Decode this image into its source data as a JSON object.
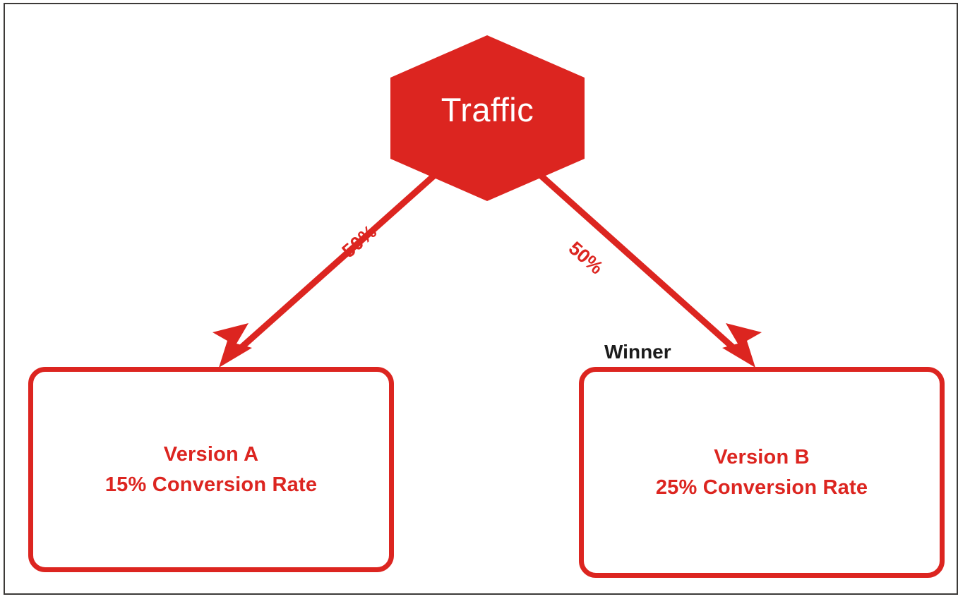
{
  "diagram": {
    "type": "ab-test-split-flow",
    "colors": {
      "accent_red": "#dc2520",
      "frame_border": "#3c3a38",
      "background": "#ffffff",
      "winner_text": "#1c1c1c",
      "hexagon_text": "#ffffff"
    },
    "root_node": {
      "id": "traffic",
      "shape": "hexagon",
      "label": "Traffic",
      "fill": "#dc2520",
      "text_color": "#ffffff"
    },
    "edges": [
      {
        "id": "edge-traffic-to-version-a",
        "from": "traffic",
        "to": "version-a",
        "label": "50%",
        "label_rotation_deg": -41,
        "color": "#dc2520",
        "arrowhead": "barbed"
      },
      {
        "id": "edge-traffic-to-version-b",
        "from": "traffic",
        "to": "version-b",
        "label": "50%",
        "label_rotation_deg": 41,
        "color": "#dc2520",
        "arrowhead": "barbed"
      }
    ],
    "leaf_nodes": [
      {
        "id": "version-a",
        "shape": "rounded-rectangle",
        "title": "Version A",
        "metric": "15% Conversion Rate",
        "text": "Version A\n15% Conversion Rate",
        "border_color": "#dc2520",
        "text_color": "#dc2520",
        "is_winner": false
      },
      {
        "id": "version-b",
        "shape": "rounded-rectangle",
        "title": "Version B",
        "metric": "25% Conversion Rate",
        "text": "Version B\n25% Conversion Rate",
        "border_color": "#dc2520",
        "text_color": "#dc2520",
        "is_winner": true
      }
    ],
    "annotations": [
      {
        "id": "winner-badge",
        "text": "Winner",
        "attached_to": "version-b",
        "color": "#1c1c1c"
      }
    ]
  }
}
